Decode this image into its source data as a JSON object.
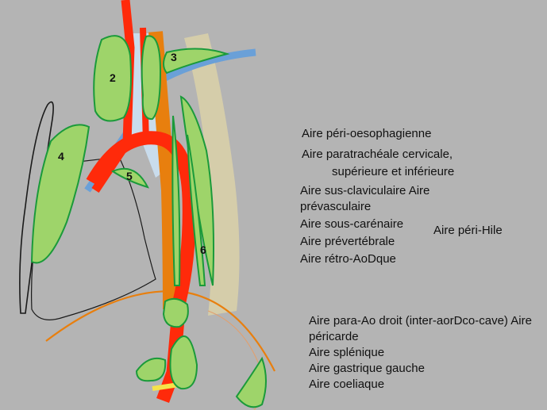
{
  "zone_numbers": [
    "2",
    "3",
    "4",
    "5",
    "6"
  ],
  "labels": {
    "peri_oesophagienne": "Aire péri-oesophagienne",
    "paratracheale": "Aire paratrachéale cervicale,",
    "paratracheale_2": "supérieure et inférieure",
    "sus_clav_1": "Aire sus-claviculaire Aire",
    "sus_clav_2": "prévasculaire",
    "sous_carenaire": "Aire sous-carénaire",
    "prevertebrale": "Aire prévertébrale",
    "retro_aortique": "Aire rétro-AoDque",
    "peri_hilaire": "Aire péri-Hile",
    "para_ao": "Aire para-Ao droit (inter-aorDco-cave) Aire",
    "pericarde": "péricarde",
    "splenique": "Aire splénique",
    "gastrique": "Aire gastrique gauche",
    "coeliaque": "Aire coeliaque"
  },
  "colors": {
    "background": "#b4b4b4",
    "artery": "#ff2a0a",
    "vein": "#6aa0d8",
    "esophagus": "#e87f0e",
    "node_fill": "#9ed46a",
    "node_stroke": "#1a9a3a",
    "spine": "#d8cfa8",
    "trachea": "#c9dcec",
    "outline": "#1a1a1a"
  }
}
